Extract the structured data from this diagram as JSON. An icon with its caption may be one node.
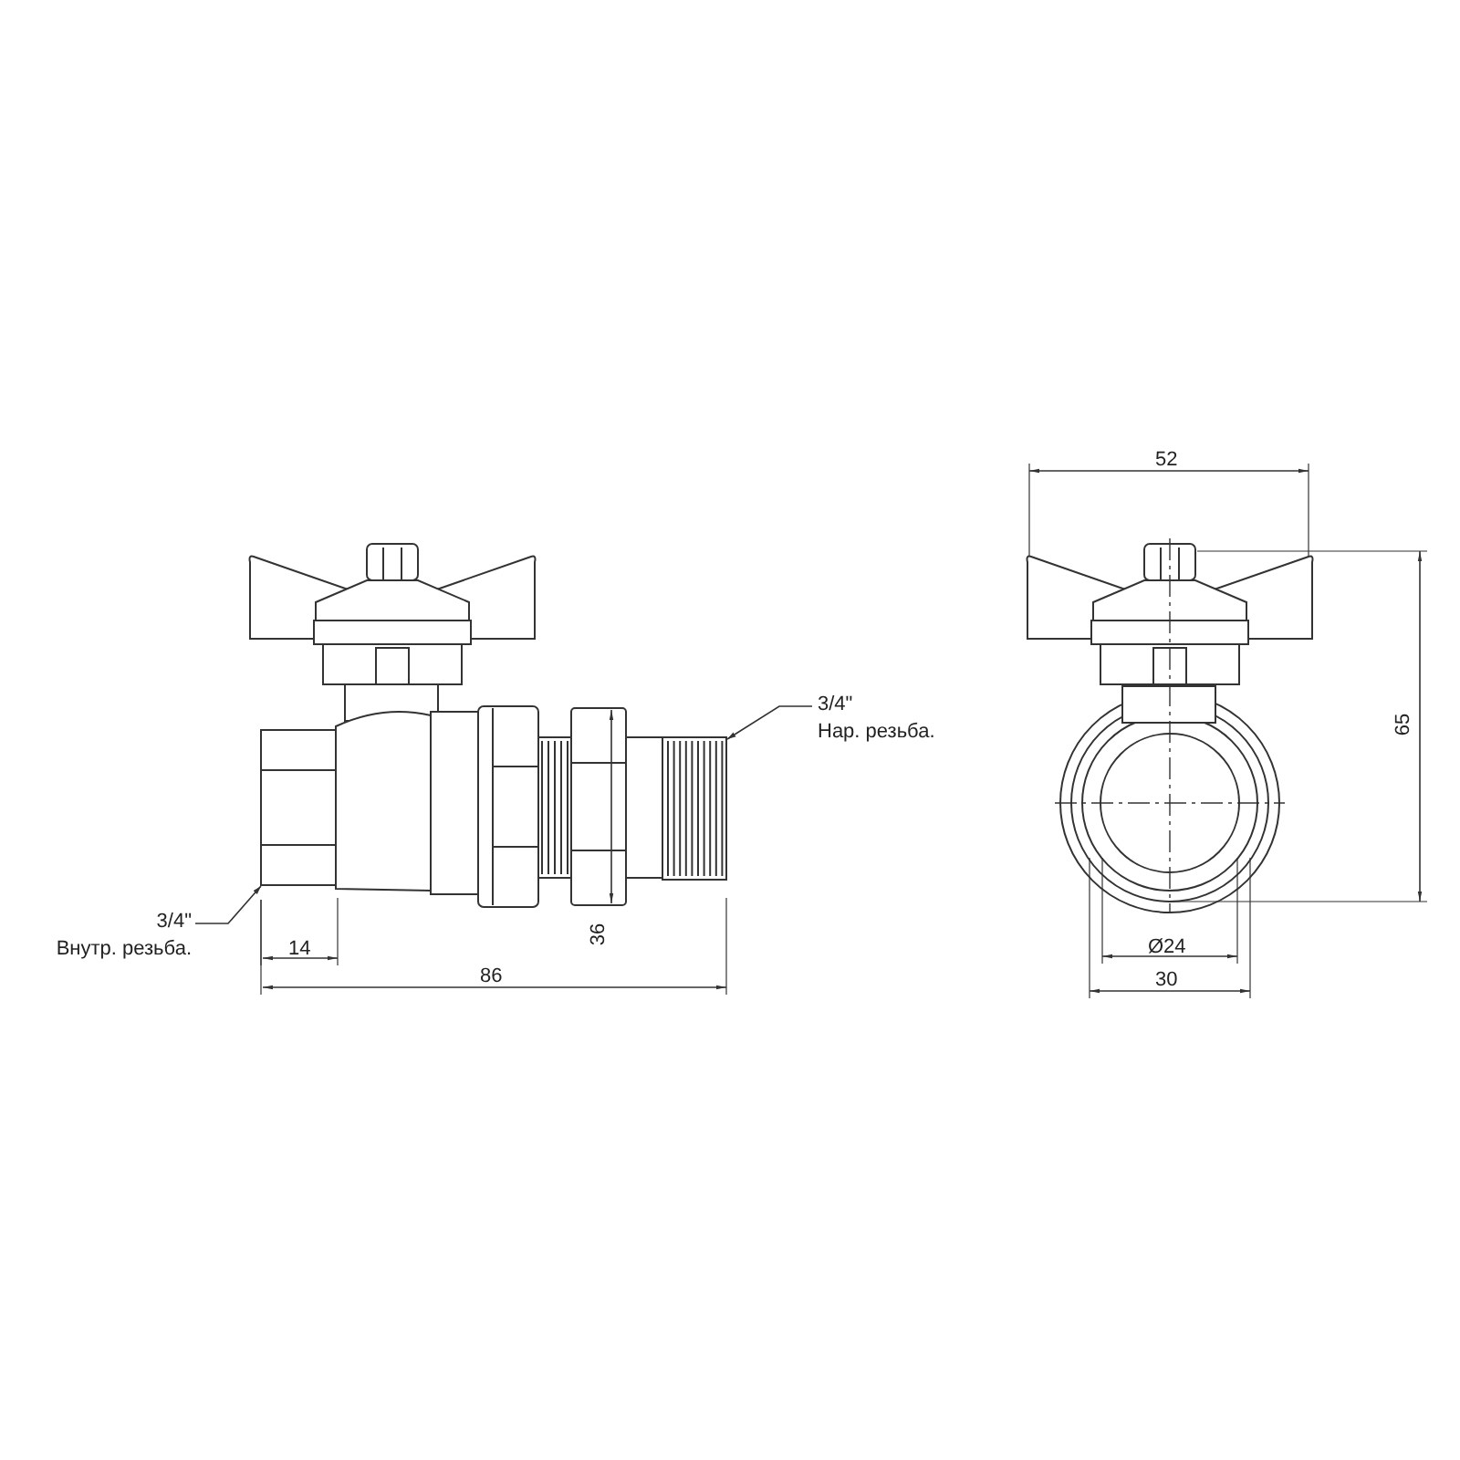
{
  "diagram": {
    "nodes": [
      {
        "text": [
          "3/4\"",
          "Нар. резьба."
        ]
      },
      {
        "text": [
          "3/4\"",
          "Внутр. резьба."
        ]
      },
      {
        "text": [],
        "shape": "picture"
      },
      {
        "text": [],
        "shape": "picture"
      }
    ],
    "edges": [
      {
        "from": 0,
        "to": 3,
        "arrow": "to"
      },
      {
        "from": 1,
        "to": 2,
        "arrow": "to"
      }
    ],
    "labels": [
      "52",
      "65",
      "36",
      "14",
      "Ø24",
      "86",
      "30"
    ]
  }
}
